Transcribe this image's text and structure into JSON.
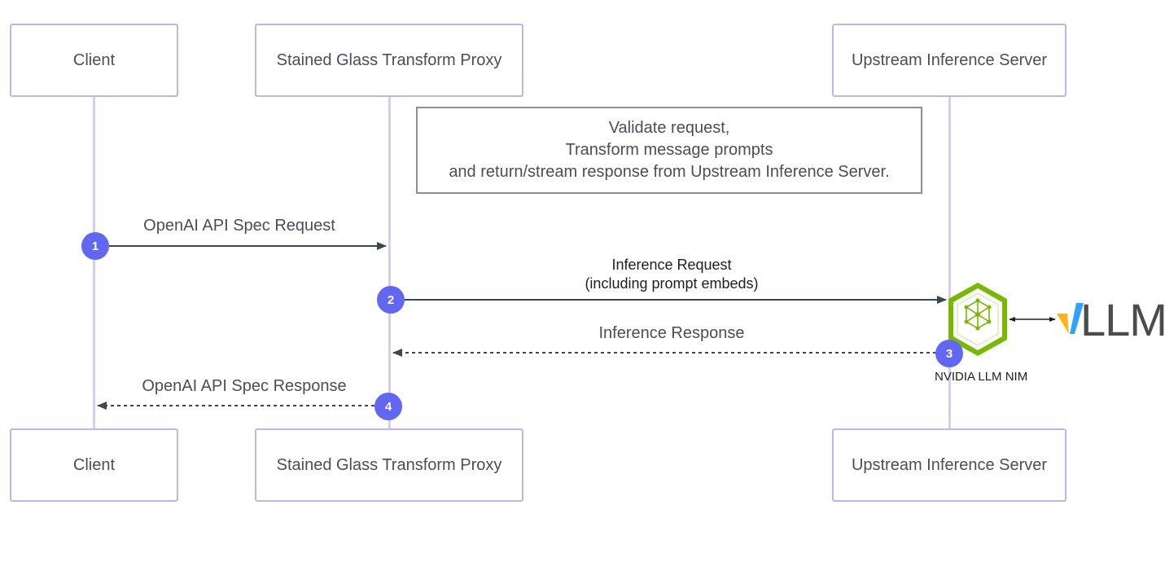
{
  "actors": {
    "client": "Client",
    "proxy": "Stained Glass Transform Proxy",
    "upstream": "Upstream Inference Server"
  },
  "note": {
    "lines": [
      "Validate request,",
      "Transform message prompts",
      "and return/stream response from Upstream Inference Server."
    ]
  },
  "messages": [
    {
      "step": "1",
      "label": "OpenAI API Spec Request"
    },
    {
      "step": "2",
      "label_line1": "Inference Request",
      "label_line2": "(including prompt embeds)"
    },
    {
      "step": "3",
      "label": "Inference Response"
    },
    {
      "step": "4",
      "label": "OpenAI API Spec Response"
    }
  ],
  "nim": {
    "caption": "NVIDIA LLM NIM",
    "icon": "nvidia-nim-hexagon-icon"
  },
  "vllm": {
    "text": "LLM",
    "icon": "vllm-logo-icon"
  },
  "colors": {
    "actor_border": "#b9b7f0",
    "lifeline": "#d9cdef",
    "badge": "#6167f2",
    "arrow": "#3e464f",
    "nim_green": "#76b900",
    "vllm_blue": "#30a2ff",
    "vllm_yellow": "#fdb515"
  }
}
